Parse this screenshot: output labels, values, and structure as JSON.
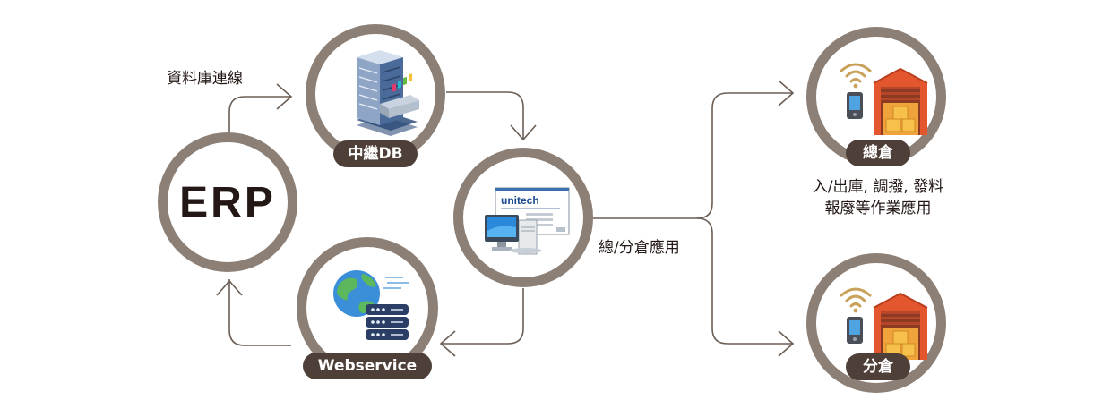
{
  "nodes": {
    "erp": {
      "label": "ERP"
    },
    "relay_db": {
      "label": "中繼DB"
    },
    "webservice": {
      "label": "Webservice"
    },
    "terminal": {
      "brand": "unitech"
    },
    "main_warehouse": {
      "label": "總倉"
    },
    "branch_warehouse": {
      "label": "分倉"
    }
  },
  "annotations": {
    "db_connection": "資料庫連線",
    "warehouse_apps": "總/分倉應用",
    "main_ops_line1": "入/出庫, 調撥, 發料",
    "main_ops_line2": "報廢等作業應用"
  },
  "colors": {
    "ring": "#8c7f76",
    "pill": "#4e4038",
    "arrow": "#6b5e55",
    "text": "#231815"
  }
}
